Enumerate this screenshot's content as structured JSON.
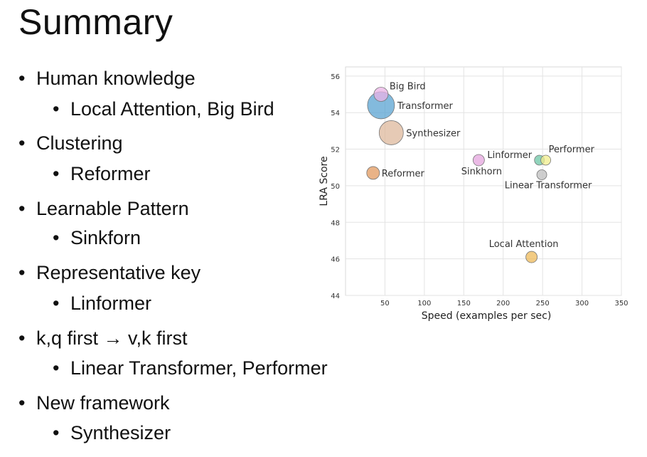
{
  "slide": {
    "title": "Summary",
    "bullets": [
      {
        "text": "Human knowledge",
        "sub": "Local Attention, Big Bird"
      },
      {
        "text": "Clustering",
        "sub": "Reformer"
      },
      {
        "text": "Learnable Pattern",
        "sub": "Sinkforn"
      },
      {
        "text": "Representative key",
        "sub": "Linformer"
      },
      {
        "text": "k,q first → v,k first",
        "sub": "Linear Transformer, Performer"
      },
      {
        "text": "New framework",
        "sub": "Synthesizer"
      }
    ]
  },
  "chart_data": {
    "type": "scatter",
    "xlabel": "Speed (examples per sec)",
    "ylabel": "LRA Score",
    "xlim": [
      0,
      350
    ],
    "ylim": [
      44,
      56.5
    ],
    "xticks": [
      50,
      100,
      150,
      200,
      250,
      300,
      350
    ],
    "yticks": [
      44,
      46,
      48,
      50,
      52,
      54,
      56
    ],
    "grid": true,
    "points": [
      {
        "label": "Big Bird",
        "x": 45,
        "y": 55.0,
        "size": 10,
        "color": "#e9b3e6"
      },
      {
        "label": "Transformer",
        "x": 45,
        "y": 54.4,
        "size": 19,
        "color": "#5aa3d2"
      },
      {
        "label": "Synthesizer",
        "x": 58,
        "y": 52.9,
        "size": 17,
        "color": "#ddb89c"
      },
      {
        "label": "Reformer",
        "x": 35,
        "y": 50.7,
        "size": 9,
        "color": "#e19a5f"
      },
      {
        "label": "Linformer",
        "x": 169,
        "y": 51.4,
        "size": 8,
        "color": "#e4a4de"
      },
      {
        "label": "Sinkhorn",
        "x": 169,
        "y": 51.4,
        "size": 0,
        "color": "#c59bd6"
      },
      {
        "label": "Performer",
        "x": 254,
        "y": 51.4,
        "size": 7,
        "color": "#f2ee8e"
      },
      {
        "label": "Linear Transformer",
        "x": 249,
        "y": 50.6,
        "size": 7,
        "color": "#bdbdbd"
      },
      {
        "label": "Performer-teal",
        "x": 246,
        "y": 51.4,
        "size": 7,
        "color": "#6cc6a5"
      },
      {
        "label": "Local Attention",
        "x": 236,
        "y": 46.1,
        "size": 8,
        "color": "#edb95a"
      }
    ]
  }
}
